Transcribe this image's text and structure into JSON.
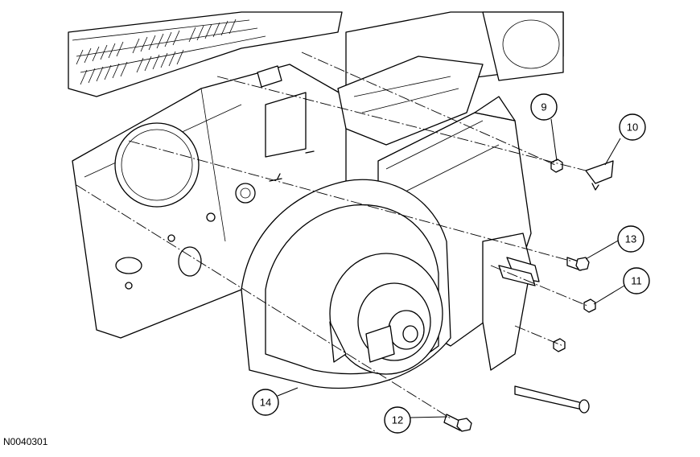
{
  "figure_id": "N0040301",
  "callouts": [
    {
      "id": "9",
      "label": "9"
    },
    {
      "id": "10",
      "label": "10"
    },
    {
      "id": "11",
      "label": "11"
    },
    {
      "id": "12",
      "label": "12"
    },
    {
      "id": "13",
      "label": "13"
    },
    {
      "id": "14",
      "label": "14"
    }
  ]
}
